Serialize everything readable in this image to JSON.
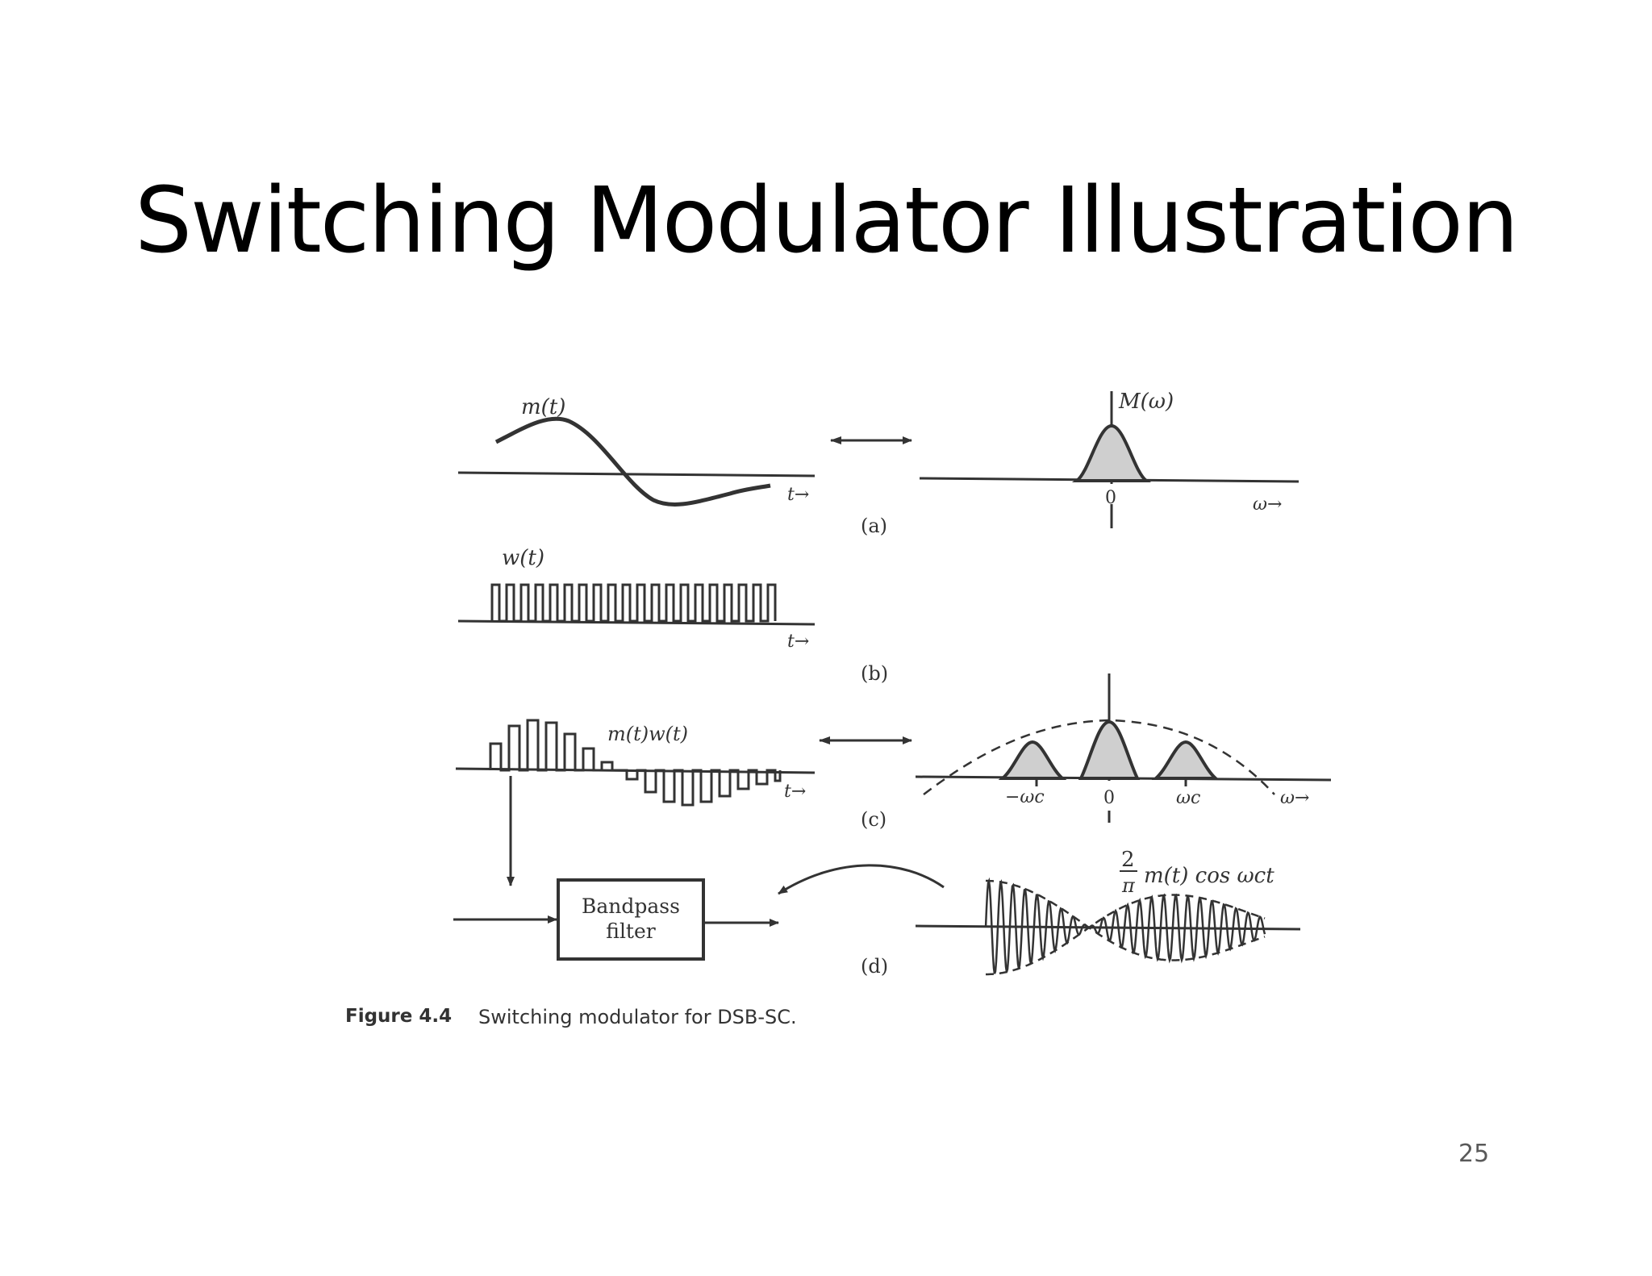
{
  "slide": {
    "title": "Switching Modulator Illustration",
    "page_number": "25"
  },
  "figure": {
    "panel_a": {
      "signal_label": "m(t)",
      "spectrum_label": "M(ω)",
      "time_axis": "t→",
      "freq_axis": "ω→",
      "zero_tick": "0",
      "tag": "(a)"
    },
    "panel_b": {
      "signal_label": "w(t)",
      "time_axis": "t→",
      "tag": "(b)"
    },
    "panel_c": {
      "signal_label": "m(t)w(t)",
      "time_axis": "t→",
      "freq_axis": "ω→",
      "tick_neg": "−ωc",
      "tick_zero": "0",
      "tick_pos": "ωc",
      "tag": "(c)"
    },
    "panel_d": {
      "box_line1": "Bandpass",
      "box_line2": "filter",
      "frac_num": "2",
      "frac_den": "π",
      "output_label": "m(t) cos ωct",
      "tag": "(d)"
    },
    "caption_label": "Figure 4.4",
    "caption_text": "Switching modulator for DSB-SC."
  },
  "colors": {
    "ink": "#333333",
    "shade": "#cfcfcf",
    "page_number": "#595959"
  }
}
